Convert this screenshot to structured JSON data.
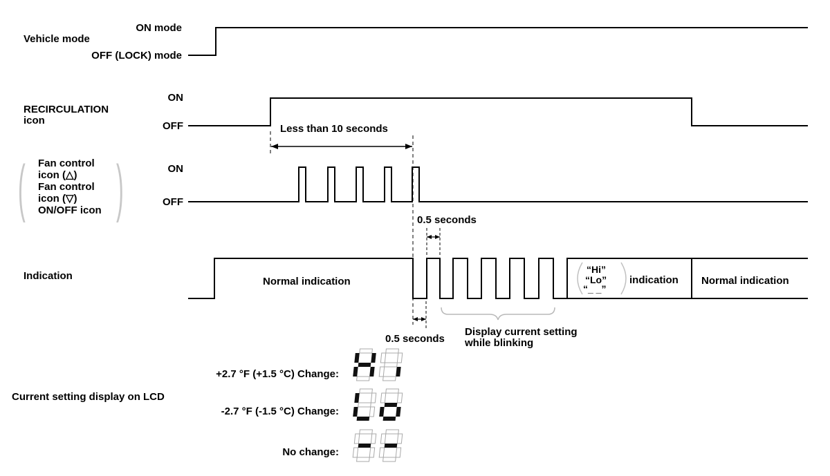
{
  "signals": {
    "vehicle_mode": {
      "label": "Vehicle mode",
      "high": "ON mode",
      "low": "OFF (LOCK) mode"
    },
    "recirculation": {
      "label_line1": "RECIRCULATION",
      "label_line2": "icon",
      "high": "ON",
      "low": "OFF"
    },
    "fan_control": {
      "label_lines": [
        "Fan control",
        "icon (△)",
        "Fan control",
        "icon (▽)",
        "ON/OFF icon"
      ],
      "high": "ON",
      "low": "OFF"
    },
    "indication": {
      "label": "Indication"
    }
  },
  "annotations": {
    "less_than_10": "Less than 10 seconds",
    "half_sec_top": "0.5 seconds",
    "half_sec_bottom": "0.5 seconds",
    "blink_line1": "Display current setting",
    "blink_line2": "while blinking",
    "normal_indication_1": "Normal indication",
    "hilo_hi": "“Hi”",
    "hilo_lo": "“Lo”",
    "hilo_dash": "“_ _”",
    "hilo_indication": "indication",
    "normal_indication_2": "Normal indication"
  },
  "lcd": {
    "title": "Current setting display on LCD",
    "rows": [
      {
        "label": "+2.7 °F (+1.5 °C) Change:",
        "digits": "Hi"
      },
      {
        "label": "-2.7 °F (-1.5 °C) Change:",
        "digits": "Lo"
      },
      {
        "label": "No change:",
        "digits": "--"
      }
    ]
  }
}
